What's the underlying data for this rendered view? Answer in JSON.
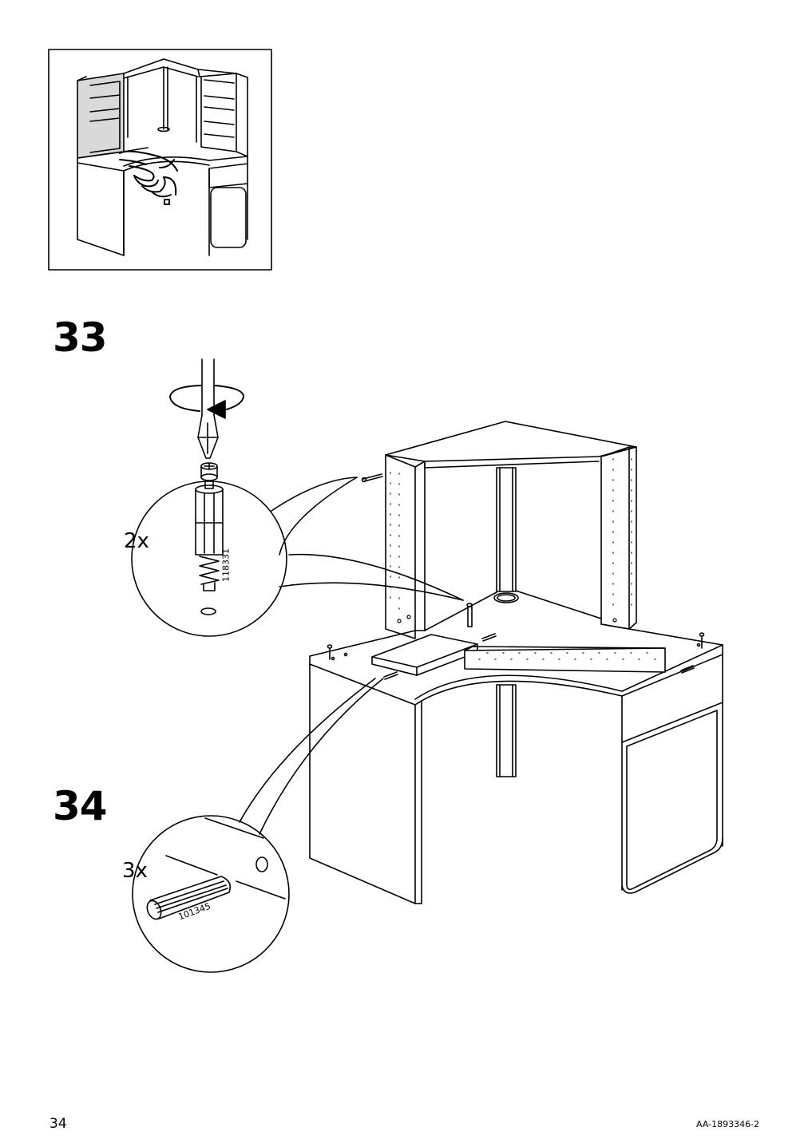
{
  "steps": [
    {
      "number": "33",
      "quantity": "2x",
      "part_number": "118331"
    },
    {
      "number": "34",
      "quantity": "3x",
      "part_number": "101345"
    }
  ],
  "footer": {
    "page_number": "34",
    "document_code": "AA-1893346-2"
  },
  "icons": [
    "hand-press-icon",
    "screwdriver-icon",
    "rotate-arrow-icon"
  ],
  "colors": {
    "line": "#000000",
    "panel_shade": "#d9d9d9",
    "background": "#ffffff"
  }
}
